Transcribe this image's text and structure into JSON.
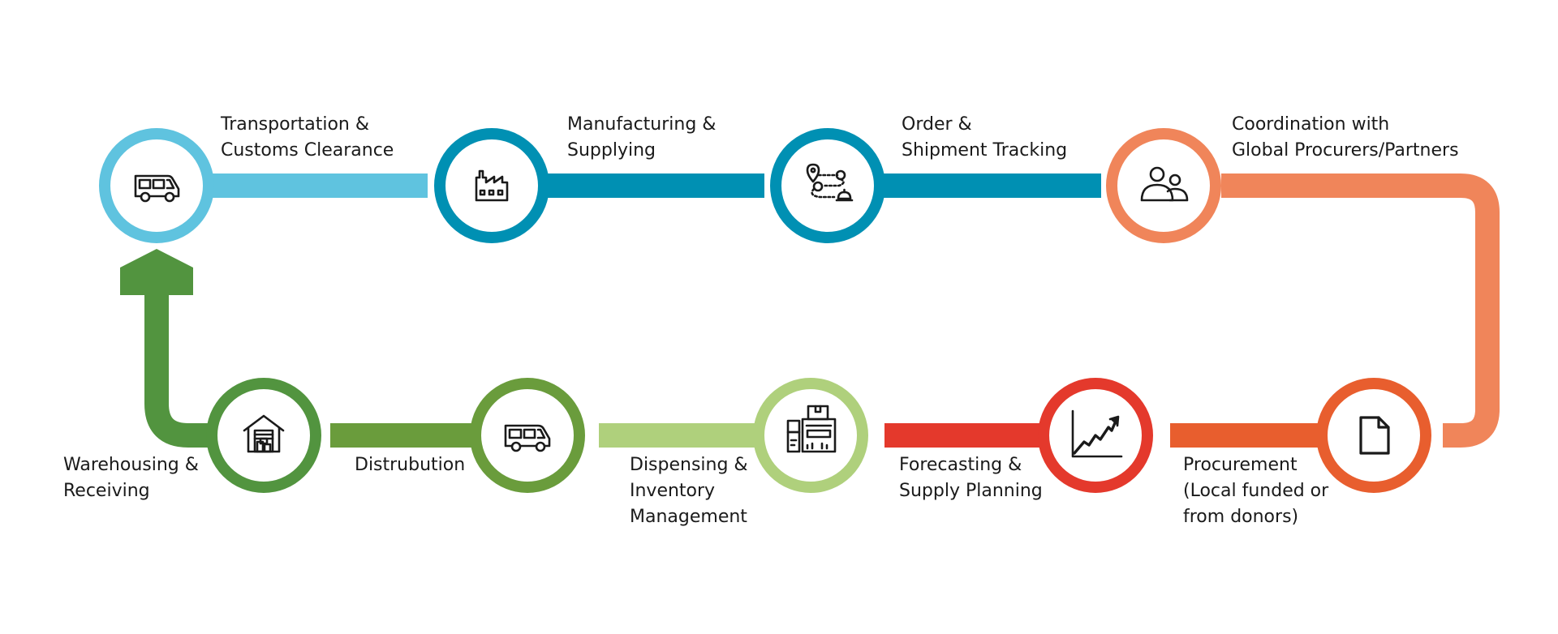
{
  "colors": {
    "light_blue": "#5fc3df",
    "teal": "#0090b3",
    "salmon": "#f0855a",
    "orange": "#e85e2e",
    "red": "#e4392c",
    "light_green": "#afd07c",
    "olive_green": "#6a9c3c",
    "dark_green": "#52943f",
    "icon": "#1a1a1a",
    "text": "#1a1a1a"
  },
  "steps": [
    {
      "id": "transportation",
      "lines": [
        "Transportation &",
        "Customs Clearance"
      ],
      "icon": "bus-icon",
      "color": "light_blue"
    },
    {
      "id": "manufacturing",
      "lines": [
        "Manufacturing &",
        "Supplying"
      ],
      "icon": "factory-icon",
      "color": "teal"
    },
    {
      "id": "order",
      "lines": [
        "Order &",
        "Shipment Tracking"
      ],
      "icon": "route-tracking-icon",
      "color": "teal"
    },
    {
      "id": "coordination",
      "lines": [
        "Coordination with",
        "Global Procurers/Partners"
      ],
      "icon": "users-icon",
      "color": "salmon"
    },
    {
      "id": "procurement",
      "lines": [
        "Procurement",
        "(Local funded or",
        "from donors)"
      ],
      "icon": "document-icon",
      "color": "orange"
    },
    {
      "id": "forecasting",
      "lines": [
        "Forecasting &",
        "Supply Planning"
      ],
      "icon": "growth-chart-icon",
      "color": "red"
    },
    {
      "id": "dispensing",
      "lines": [
        "Dispensing &",
        "Inventory",
        "Management"
      ],
      "icon": "inventory-boxes-icon",
      "color": "light_green"
    },
    {
      "id": "distribution",
      "lines": [
        "Distrubution"
      ],
      "icon": "van-icon",
      "color": "olive_green"
    },
    {
      "id": "warehousing",
      "lines": [
        "Warehousing &",
        "Receiving"
      ],
      "icon": "warehouse-icon",
      "color": "dark_green"
    }
  ]
}
